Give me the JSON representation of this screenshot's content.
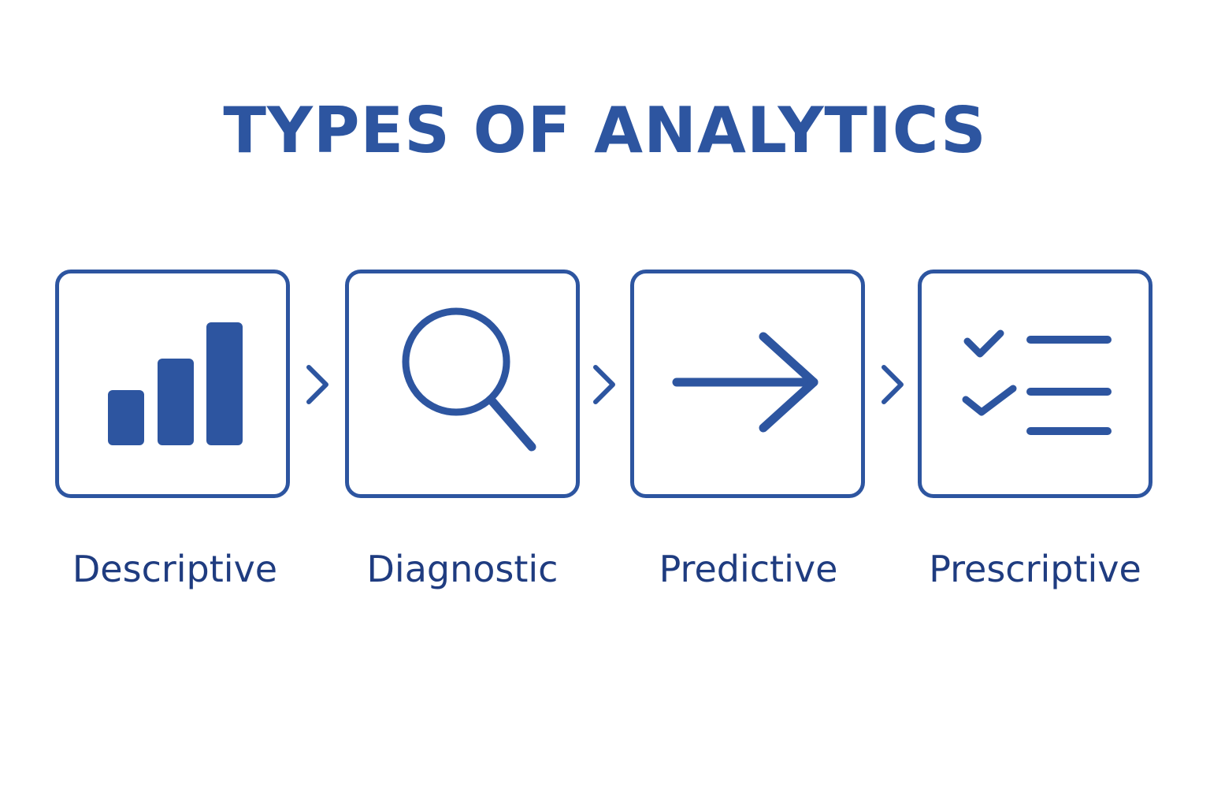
{
  "title": "TYPES OF ANALYTICS",
  "colors": {
    "accent": "#2D55A0",
    "label": "#1F3C80",
    "background": "#FFFFFF"
  },
  "steps": [
    {
      "label": "Descriptive",
      "icon": "bar-chart-icon"
    },
    {
      "label": "Diagnostic",
      "icon": "magnifier-icon"
    },
    {
      "label": "Predictive",
      "icon": "arrow-right-icon"
    },
    {
      "label": "Prescriptive",
      "icon": "checklist-icon"
    }
  ],
  "connector_icon": "chevron-right-icon"
}
